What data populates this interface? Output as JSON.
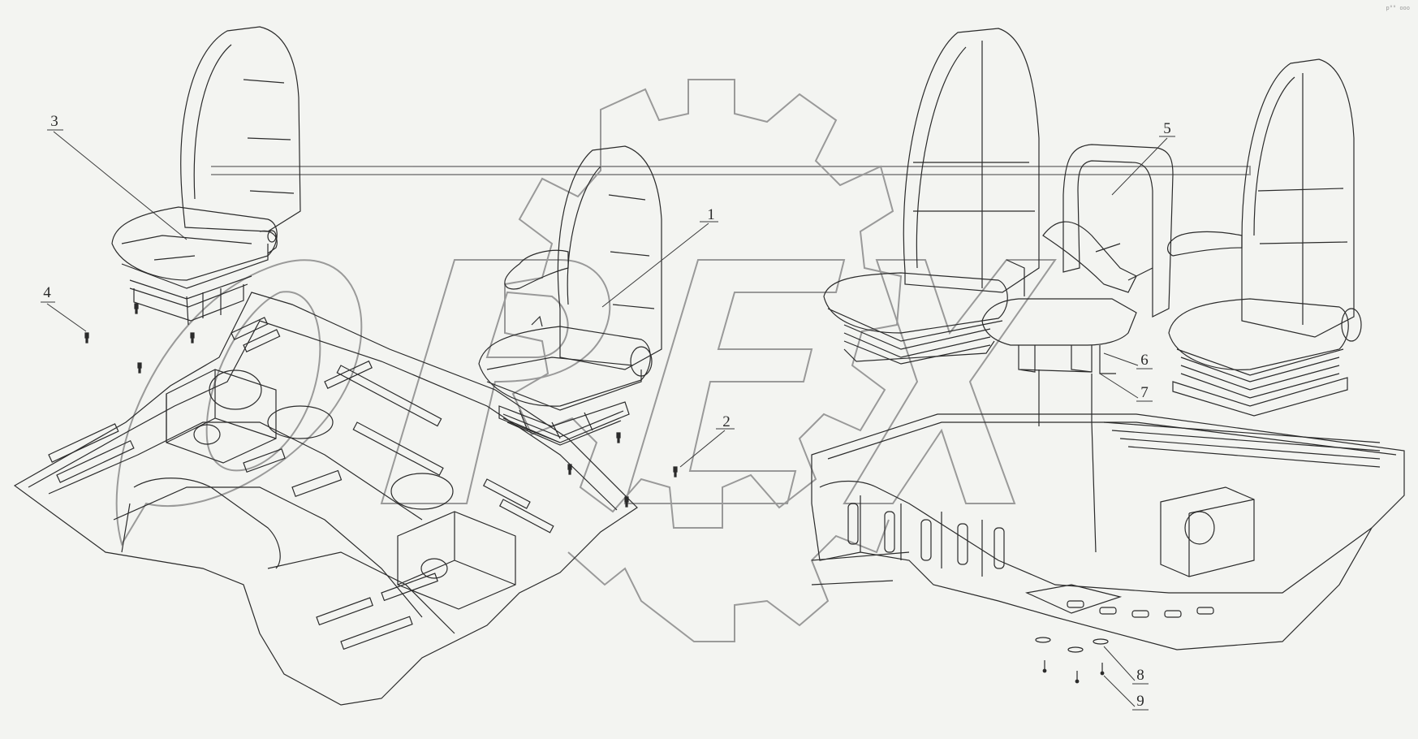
{
  "diagram": {
    "corner_mark": "p°° ooo",
    "watermark_text": "OPEX",
    "callouts": [
      {
        "id": "1",
        "label": "1"
      },
      {
        "id": "2",
        "label": "2"
      },
      {
        "id": "3",
        "label": "3"
      },
      {
        "id": "4",
        "label": "4"
      },
      {
        "id": "5",
        "label": "5"
      },
      {
        "id": "6",
        "label": "6"
      },
      {
        "id": "7",
        "label": "7"
      },
      {
        "id": "8",
        "label": "8"
      },
      {
        "id": "9",
        "label": "9"
      }
    ],
    "colors": {
      "background": "#f3f4f1",
      "line": "#2b2b2b",
      "watermark": "#8a8a8a"
    }
  }
}
